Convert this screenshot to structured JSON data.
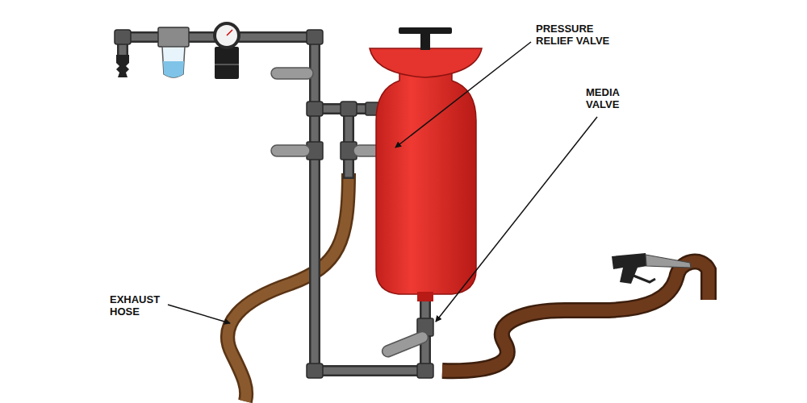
{
  "diagram": {
    "labels": [
      "PRESSURE RELIEF VALVE",
      "MEDIA VALVE",
      "EXHAUST HOSE"
    ]
  }
}
